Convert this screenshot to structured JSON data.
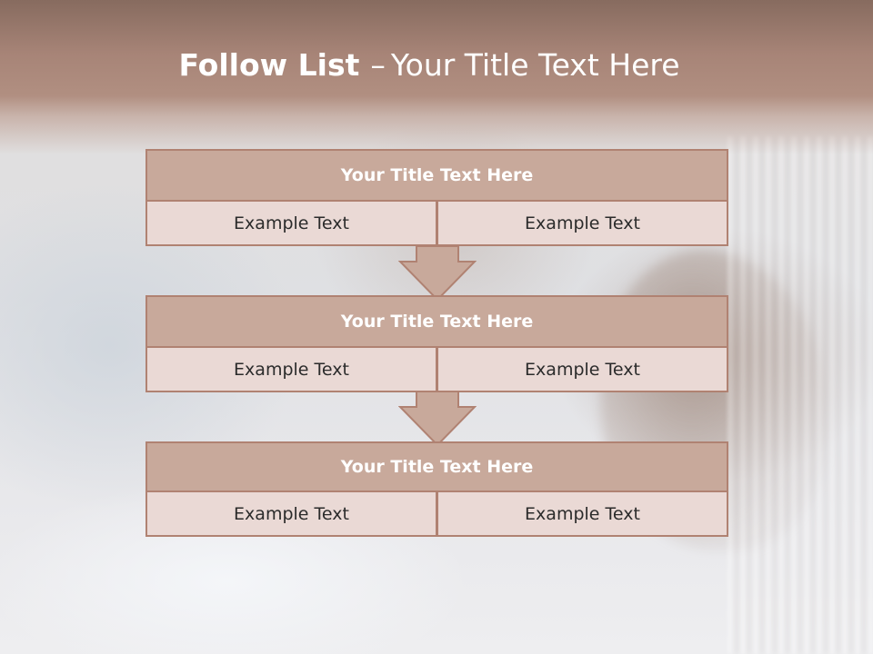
{
  "slide": {
    "title_bold": "Follow List",
    "title_separator": "–",
    "title_rest": "Your Title Text Here"
  },
  "steps": [
    {
      "title": "Your Title Text Here",
      "left": "Example Text",
      "right": "Example Text"
    },
    {
      "title": "Your Title Text Here",
      "left": "Example Text",
      "right": "Example Text"
    },
    {
      "title": "Your Title Text Here",
      "left": "Example Text",
      "right": "Example Text"
    }
  ],
  "colors": {
    "header": "#a78477",
    "box_fill": "#c8a99b",
    "cell_fill": "#ead9d5",
    "border": "#b08272",
    "title_text": "#ffffff",
    "body_text": "#2b2b2b"
  }
}
